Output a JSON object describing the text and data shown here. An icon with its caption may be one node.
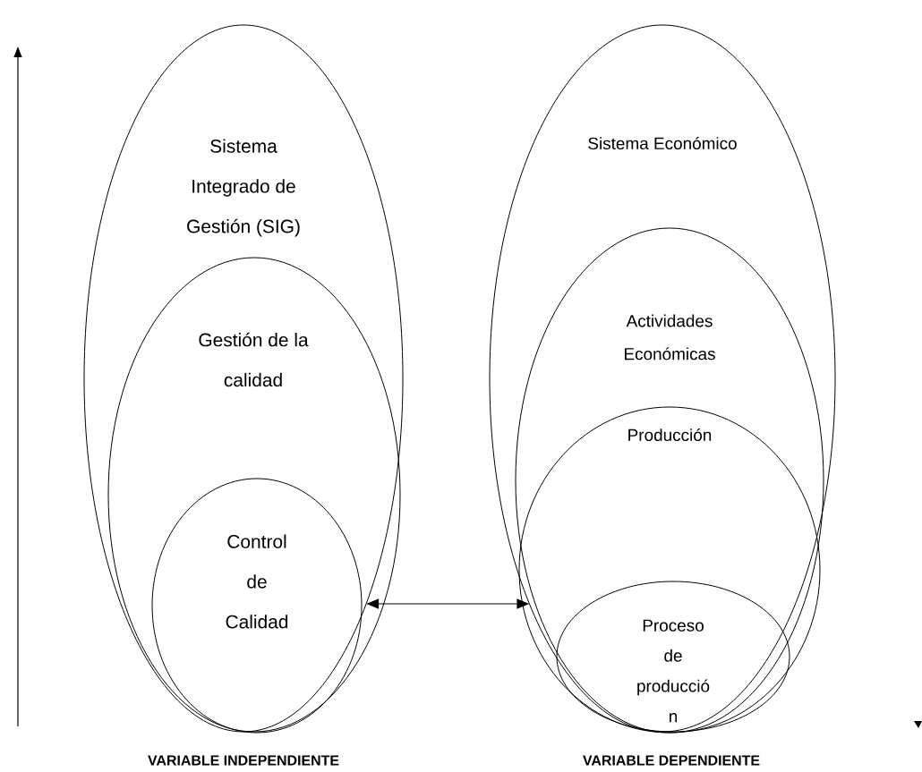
{
  "diagram": {
    "nodes": [
      {
        "text": [
          "Sistema Integrado de Gestión (SIG)"
        ]
      },
      {
        "text": [
          "Gestión de la calidad"
        ],
        "in": 0
      },
      {
        "text": [
          "Control de Calidad"
        ],
        "in": 1
      },
      {
        "text": [
          "Sistema Económico"
        ]
      },
      {
        "text": [
          "Actividades Económicas"
        ],
        "in": 3
      },
      {
        "text": [
          "Producción"
        ],
        "in": 4
      },
      {
        "text": [
          "Proceso de producció n"
        ],
        "in": 5
      }
    ],
    "edges": [
      {
        "from": 0,
        "to": 3,
        "arrow": "both"
      }
    ],
    "labels": [
      "VARIABLE INDEPENDIENTE",
      "VARIABLE DEPENDIENTE"
    ]
  }
}
